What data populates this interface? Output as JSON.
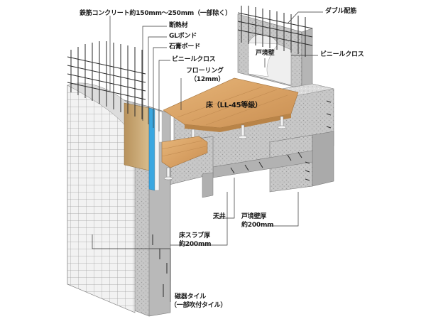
{
  "labels": {
    "rebar_concrete": "鉄筋コンクリート約150mm～250mm（一部除く）",
    "insulation": "断熱材",
    "gl_bond": "GLボンド",
    "gypsum_board": "石膏ボード",
    "vinyl_cloth_left": "ビニールクロス",
    "flooring_line1": "フローリング",
    "flooring_line2": "（12mm）",
    "floor_grade": "床（LL-45等級）",
    "double_rebar": "ダブル配筋",
    "party_wall": "戸境壁",
    "vinyl_cloth_right": "ビニールクロス",
    "ceiling": "天井",
    "party_wall_thickness_line1": "戸境壁厚",
    "party_wall_thickness_line2": "約200mm",
    "slab_thickness_line1": "床スラブ厚",
    "slab_thickness_line2": "約200mm",
    "tile_line1": "磁器タイル",
    "tile_line2": "（一部吹付タイル）"
  },
  "colors": {
    "concrete": "#c9c9c9",
    "concrete_dark": "#a8a8a8",
    "concrete_light": "#e2e2e2",
    "tile": "#f1f1f1",
    "tile_grid": "#9a9a9a",
    "rebar": "#2b2b2b",
    "flooring": "#d9a66b",
    "flooring_dark": "#b9844a",
    "insulation": "#c9a978",
    "blue_layer": "#3aa7e0",
    "leader": "#333333"
  }
}
